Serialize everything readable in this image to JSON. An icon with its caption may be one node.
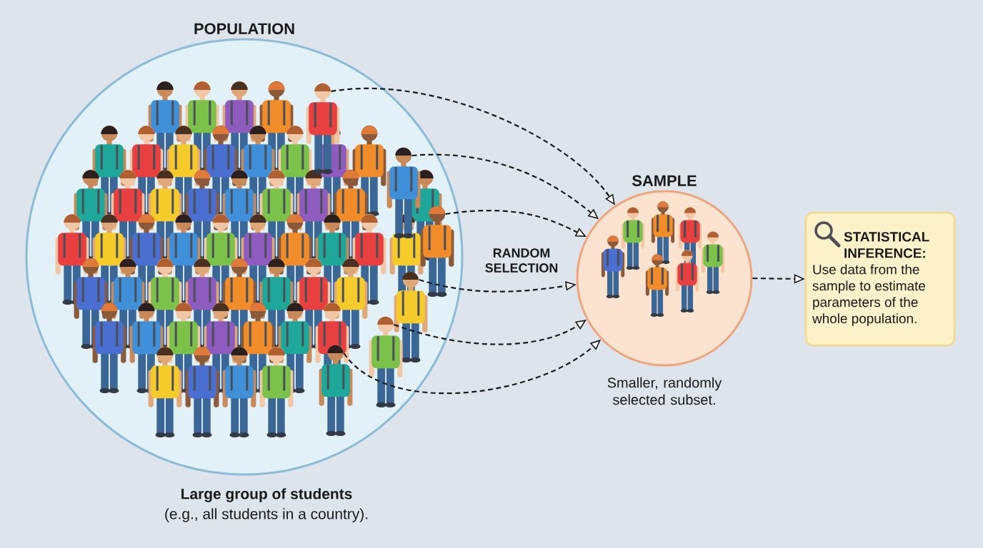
{
  "diagram": {
    "nodes": [
      {
        "text": [
          "POPULATION"
        ],
        "beside": [
          "Large group of students",
          "(e.g., all students in a country)."
        ]
      },
      {
        "text": [],
        "shape": "person",
        "in": 0
      },
      {
        "text": [],
        "shape": "person",
        "in": 0
      },
      {
        "text": [],
        "shape": "person",
        "in": 0
      },
      {
        "text": [],
        "shape": "person",
        "in": 0
      },
      {
        "text": [],
        "shape": "person",
        "in": 0
      },
      {
        "text": [],
        "shape": "person",
        "in": 0
      },
      {
        "text": [
          "SAMPLE"
        ],
        "beside": [
          "Smaller, randomly selected subset."
        ]
      },
      {
        "text": [
          "STATISTICAL INFERENCE:",
          "Use data from the sample to estimate parameters of the whole population."
        ]
      }
    ],
    "edges": [
      {
        "from": 1,
        "to": 7,
        "arrow": "to",
        "style": "dashed"
      },
      {
        "from": 2,
        "to": 7,
        "arrow": "to",
        "style": "dashed"
      },
      {
        "from": 3,
        "to": 7,
        "arrow": "to",
        "style": "dashed"
      },
      {
        "from": 4,
        "to": 7,
        "arrow": "to",
        "style": "dashed"
      },
      {
        "from": 5,
        "to": 7,
        "arrow": "to",
        "style": "dashed"
      },
      {
        "from": 6,
        "to": 7,
        "arrow": "to",
        "style": "dashed"
      },
      {
        "from": 7,
        "to": 8,
        "arrow": "to",
        "style": "dashed"
      }
    ],
    "labels": [
      "RANDOM SELECTION"
    ]
  }
}
